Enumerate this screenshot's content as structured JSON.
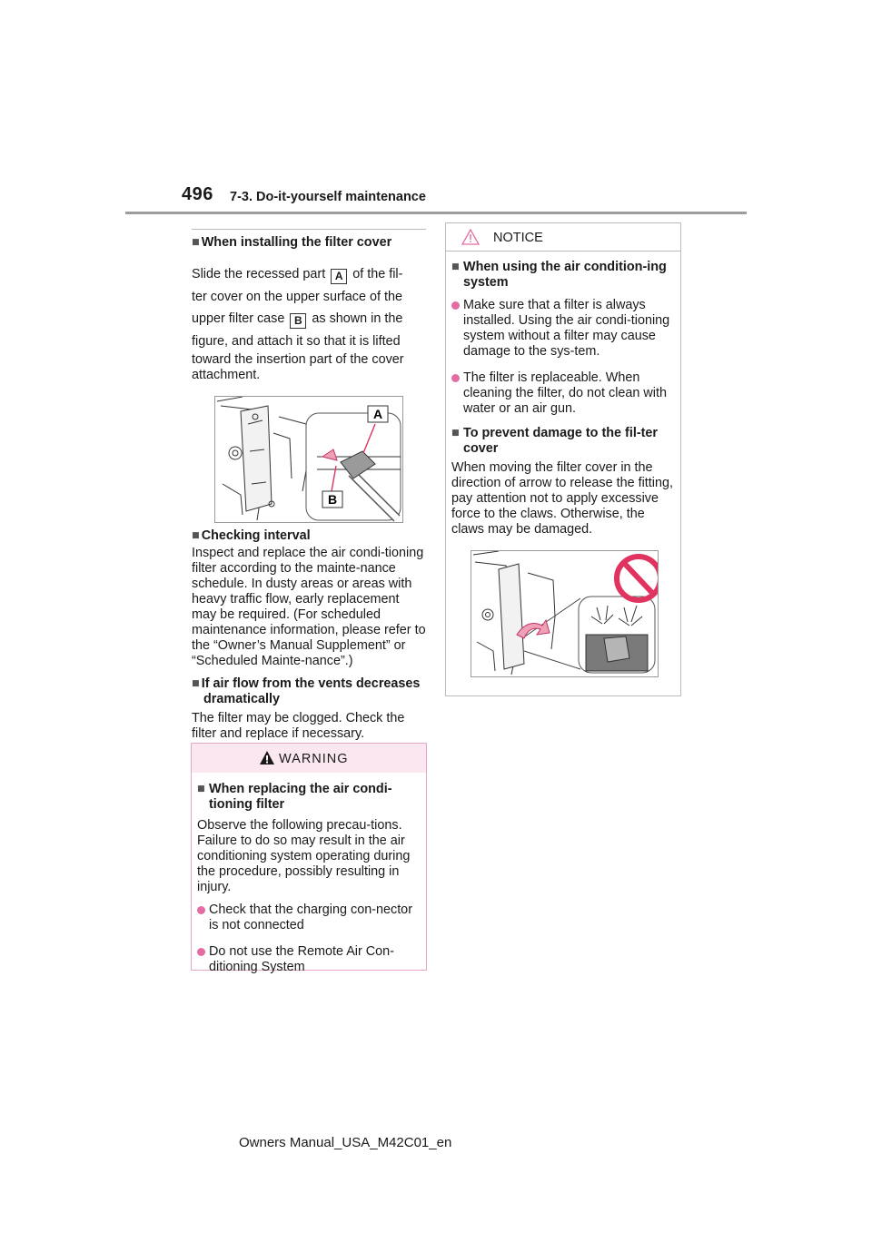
{
  "header": {
    "page_number": "496",
    "section": "7-3. Do-it-yourself maintenance"
  },
  "left": {
    "installing": {
      "heading": "When installing the filter cover",
      "text_1": "Slide the recessed part",
      "label_a": "A",
      "text_2": "of the fil-",
      "text_3": "ter cover on the upper surface of the",
      "text_4": "upper filter case",
      "label_b": "B",
      "text_5": "as shown in the",
      "text_6": "figure, and attach it so that it is lifted",
      "text_7": "toward the insertion part of the cover attachment."
    },
    "figure_labels": {
      "a": "A",
      "b": "B"
    },
    "checking": {
      "heading": "Checking interval",
      "text": "Inspect and replace the air condi-tioning filter according to the mainte-nance schedule. In dusty areas or areas with heavy traffic flow, early replacement may be required. (For scheduled maintenance information, please refer to the “Owner’s Manual Supplement” or “Scheduled Mainte-nance”.)"
    },
    "airflow": {
      "heading": "If air flow from the vents decreases dramatically",
      "text": "The filter may be clogged. Check the filter and replace if necessary."
    }
  },
  "warning": {
    "title": "WARNING",
    "heading": "When replacing the air condi-tioning filter",
    "text": "Observe the following precau-tions. Failure to do so may result in the air conditioning system operating during the procedure, possibly resulting in injury.",
    "bullets": [
      "Check that the charging con-nector is not connected",
      "Do not use the Remote Air Con-ditioning System"
    ]
  },
  "notice": {
    "title": "NOTICE",
    "heading_1": "When using the air condition-ing system",
    "bullets": [
      "Make sure that a filter is always installed. Using the air condi-tioning system without a filter may cause damage to the sys-tem.",
      "The filter is replaceable. When cleaning the filter, do not clean with water or an air gun."
    ],
    "heading_2": "To prevent damage to the fil-ter cover",
    "text": "When moving the filter cover in the direction of arrow to release the fitting, pay attention not to apply excessive force to the claws. Otherwise, the claws may be damaged."
  },
  "footer": "Owners Manual_USA_M42C01_en",
  "colors": {
    "warning_border": "#e6a6c7",
    "warning_fill": "#fbe7f0",
    "bullet": "#e26ca3",
    "prohibition": "#e0335f"
  }
}
